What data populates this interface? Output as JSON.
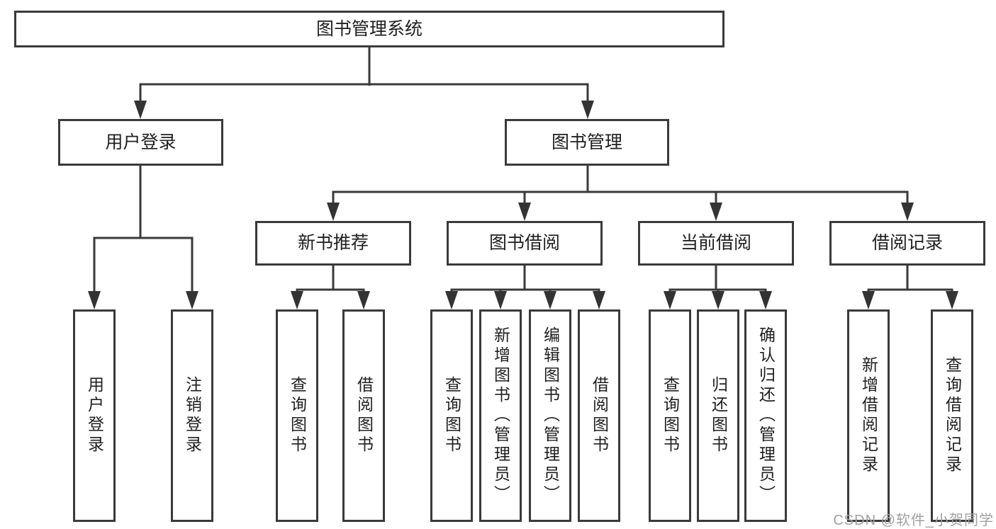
{
  "diagram": {
    "root": {
      "label": "图书管理系统"
    },
    "branches": [
      {
        "label": "用户登录",
        "children": [
          {
            "label": "用户登录"
          },
          {
            "label": "注销登录"
          }
        ]
      },
      {
        "label": "图书管理",
        "children": [
          {
            "label": "新书推荐",
            "children": [
              {
                "label": "查询图书"
              },
              {
                "label": "借阅图书"
              }
            ]
          },
          {
            "label": "图书借阅",
            "children": [
              {
                "label": "查询图书"
              },
              {
                "label": "新增图书（管理员）"
              },
              {
                "label": "编辑图书（管理员）"
              },
              {
                "label": "借阅图书"
              }
            ]
          },
          {
            "label": "当前借阅",
            "children": [
              {
                "label": "查询图书"
              },
              {
                "label": "归还图书"
              },
              {
                "label": "确认归还（管理员）"
              }
            ]
          },
          {
            "label": "借阅记录",
            "children": [
              {
                "label": "新增借阅记录"
              },
              {
                "label": "查询借阅记录"
              }
            ]
          }
        ]
      }
    ],
    "watermark": "CSDN @软件_小贺同学",
    "colors": {
      "line": "#3a3a3a",
      "text": "#1f1f1f",
      "watermark": "#a0a0a0",
      "background": "#ffffff"
    }
  }
}
